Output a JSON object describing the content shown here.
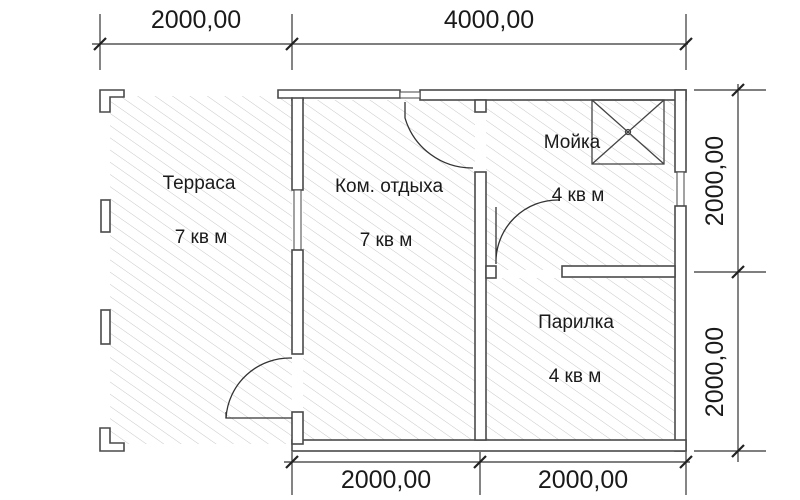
{
  "dimensions": {
    "top": [
      "2000,00",
      "4000,00"
    ],
    "bottom": [
      "2000,00",
      "2000,00"
    ],
    "right": [
      "2000,00",
      "2000,00"
    ]
  },
  "rooms": {
    "terrace": {
      "name": "Терраса",
      "area": "7 кв м"
    },
    "rest_room": {
      "name": "Ком. отдыха",
      "area": "7 кв м"
    },
    "washroom": {
      "name": "Мойка",
      "area": "4 кв м"
    },
    "steam_room": {
      "name": "Парилка",
      "area": "4 кв м"
    }
  },
  "colors": {
    "wall_outline": "#4a4a4a",
    "hatch": "#c8c8c8",
    "text": "#1a1a1a"
  }
}
